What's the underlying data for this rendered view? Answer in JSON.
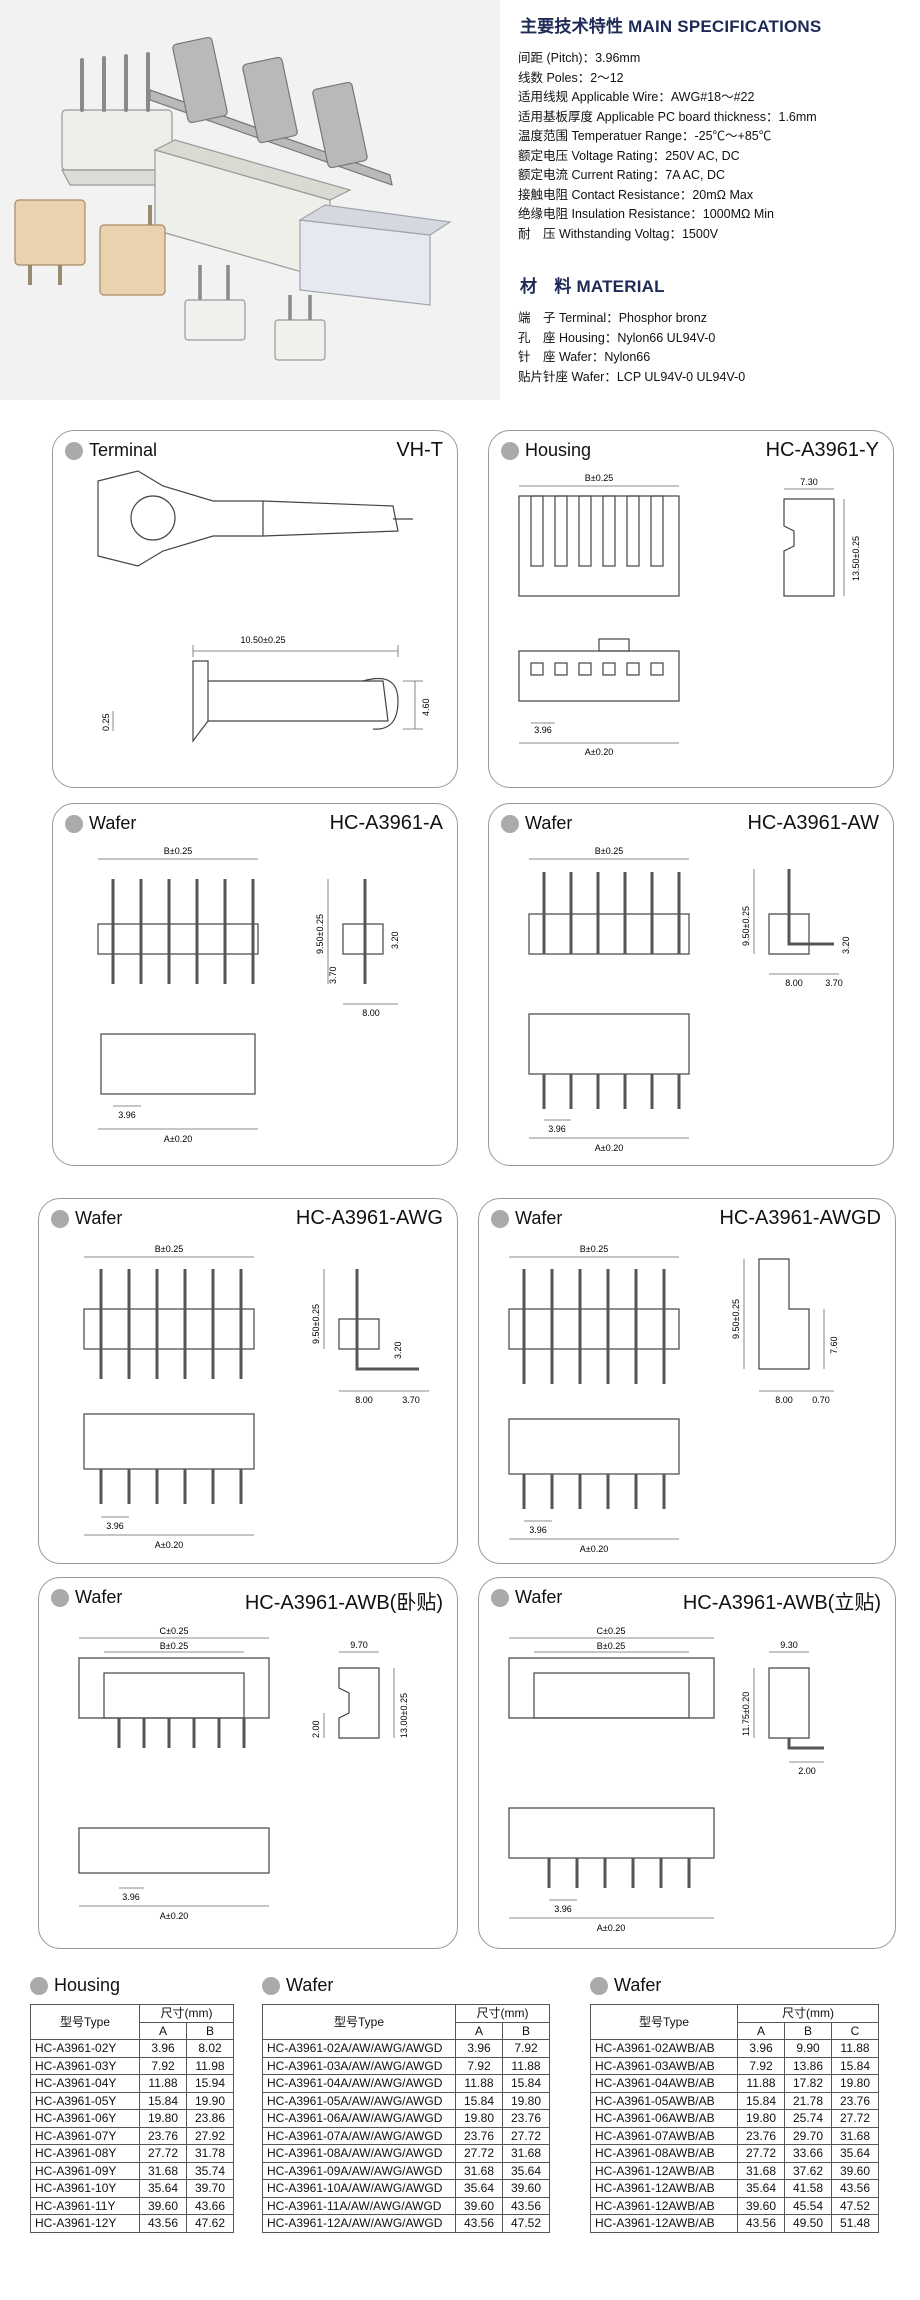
{
  "specs": {
    "heading": "主要技术特性 MAIN SPECIFICATIONS",
    "lines": [
      "间距 (Pitch)：3.96mm",
      "线数 Poles：2～12",
      "适用线规 Applicable Wire：AWG#18～#22",
      "适用基板厚度 Applicable PC board thickness：1.6mm",
      "温度范围 Temperatuer Range：-25℃～+85℃",
      "额定电压 Voltage Rating：250V AC, DC",
      "额定电流 Current Rating：7A AC, DC",
      "接触电阻 Contact Resistance：20mΩ  Max",
      "绝缘电阻 Insulation Resistance：1000MΩ  Min",
      "耐　压 Withstanding Voltag：1500V"
    ]
  },
  "material": {
    "heading": "材　料 MATERIAL",
    "lines": [
      "端　子 Terminal：Phosphor bronz",
      "孔　座 Housing：Nylon66  UL94V-0",
      "针　座 Wafer：Nylon66",
      "贴片针座 Wafer：LCP UL94V-0 UL94V-0"
    ]
  },
  "panels": [
    {
      "title": "Terminal",
      "model": "VH-T",
      "dims": [
        "10.50±0.25",
        "0.25",
        "4.60"
      ]
    },
    {
      "title": "Housing",
      "model": "HC-A3961-Y",
      "dims": [
        "B±0.25",
        "7.30",
        "13.50±0.25",
        "3.96",
        "A±0.20"
      ]
    },
    {
      "title": "Wafer",
      "model": "HC-A3961-A",
      "dims": [
        "B±0.25",
        "9.50±0.25",
        "3.70",
        "3.20",
        "8.00",
        "3.96",
        "A±0.20"
      ]
    },
    {
      "title": "Wafer",
      "model": "HC-A3961-AW",
      "dims": [
        "B±0.25",
        "9.50±0.25",
        "3.20",
        "8.00",
        "3.70",
        "3.96",
        "A±0.20"
      ]
    },
    {
      "title": "Wafer",
      "model": "HC-A3961-AWG",
      "dims": [
        "B±0.25",
        "9.50±0.25",
        "3.20",
        "8.00",
        "3.70",
        "3.96",
        "A±0.20"
      ]
    },
    {
      "title": "Wafer",
      "model": "HC-A3961-AWGD",
      "dims": [
        "B±0.25",
        "9.50±0.25",
        "7.60",
        "8.00",
        "0.70",
        "3.96",
        "A±0.20"
      ]
    },
    {
      "title": "Wafer",
      "model": "HC-A3961-AWB(卧贴)",
      "dims": [
        "C±0.25",
        "B±0.25",
        "9.70",
        "13.00±0.25",
        "2.00",
        "3.96",
        "A±0.20"
      ]
    },
    {
      "title": "Wafer",
      "model": "HC-A3961-AWB(立贴)",
      "dims": [
        "C±0.25",
        "B±0.25",
        "9.30",
        "11.75±0.20",
        "2.00",
        "3.96",
        "A±0.20"
      ]
    }
  ],
  "tables": [
    {
      "title": "Housing",
      "type_header": "型号Type",
      "size_header": "尺寸(mm)",
      "cols": [
        "A",
        "B"
      ],
      "rows": [
        [
          "HC-A3961-02Y",
          "3.96",
          "8.02"
        ],
        [
          "HC-A3961-03Y",
          "7.92",
          "11.98"
        ],
        [
          "HC-A3961-04Y",
          "11.88",
          "15.94"
        ],
        [
          "HC-A3961-05Y",
          "15.84",
          "19.90"
        ],
        [
          "HC-A3961-06Y",
          "19.80",
          "23.86"
        ],
        [
          "HC-A3961-07Y",
          "23.76",
          "27.92"
        ],
        [
          "HC-A3961-08Y",
          "27.72",
          "31.78"
        ],
        [
          "HC-A3961-09Y",
          "31.68",
          "35.74"
        ],
        [
          "HC-A3961-10Y",
          "35.64",
          "39.70"
        ],
        [
          "HC-A3961-11Y",
          "39.60",
          "43.66"
        ],
        [
          "HC-A3961-12Y",
          "43.56",
          "47.62"
        ]
      ]
    },
    {
      "title": "Wafer",
      "type_header": "型号Type",
      "size_header": "尺寸(mm)",
      "cols": [
        "A",
        "B"
      ],
      "rows": [
        [
          "HC-A3961-02A/AW/AWG/AWGD",
          "3.96",
          "7.92"
        ],
        [
          "HC-A3961-03A/AW/AWG/AWGD",
          "7.92",
          "11.88"
        ],
        [
          "HC-A3961-04A/AW/AWG/AWGD",
          "11.88",
          "15.84"
        ],
        [
          "HC-A3961-05A/AW/AWG/AWGD",
          "15.84",
          "19.80"
        ],
        [
          "HC-A3961-06A/AW/AWG/AWGD",
          "19.80",
          "23.76"
        ],
        [
          "HC-A3961-07A/AW/AWG/AWGD",
          "23.76",
          "27.72"
        ],
        [
          "HC-A3961-08A/AW/AWG/AWGD",
          "27.72",
          "31.68"
        ],
        [
          "HC-A3961-09A/AW/AWG/AWGD",
          "31.68",
          "35.64"
        ],
        [
          "HC-A3961-10A/AW/AWG/AWGD",
          "35.64",
          "39.60"
        ],
        [
          "HC-A3961-11A/AW/AWG/AWGD",
          "39.60",
          "43.56"
        ],
        [
          "HC-A3961-12A/AW/AWG/AWGD",
          "43.56",
          "47.52"
        ]
      ]
    },
    {
      "title": "Wafer",
      "type_header": "型号Type",
      "size_header": "尺寸(mm)",
      "cols": [
        "A",
        "B",
        "C"
      ],
      "rows": [
        [
          "HC-A3961-02AWB/AB",
          "3.96",
          "9.90",
          "11.88"
        ],
        [
          "HC-A3961-03AWB/AB",
          "7.92",
          "13.86",
          "15.84"
        ],
        [
          "HC-A3961-04AWB/AB",
          "11.88",
          "17.82",
          "19.80"
        ],
        [
          "HC-A3961-05AWB/AB",
          "15.84",
          "21.78",
          "23.76"
        ],
        [
          "HC-A3961-06AWB/AB",
          "19.80",
          "25.74",
          "27.72"
        ],
        [
          "HC-A3961-07AWB/AB",
          "23.76",
          "29.70",
          "31.68"
        ],
        [
          "HC-A3961-08AWB/AB",
          "27.72",
          "33.66",
          "35.64"
        ],
        [
          "HC-A3961-12AWB/AB",
          "31.68",
          "37.62",
          "39.60"
        ],
        [
          "HC-A3961-12AWB/AB",
          "35.64",
          "41.58",
          "43.56"
        ],
        [
          "HC-A3961-12AWB/AB",
          "39.60",
          "45.54",
          "47.52"
        ],
        [
          "HC-A3961-12AWB/AB",
          "43.56",
          "49.50",
          "51.48"
        ]
      ]
    }
  ]
}
